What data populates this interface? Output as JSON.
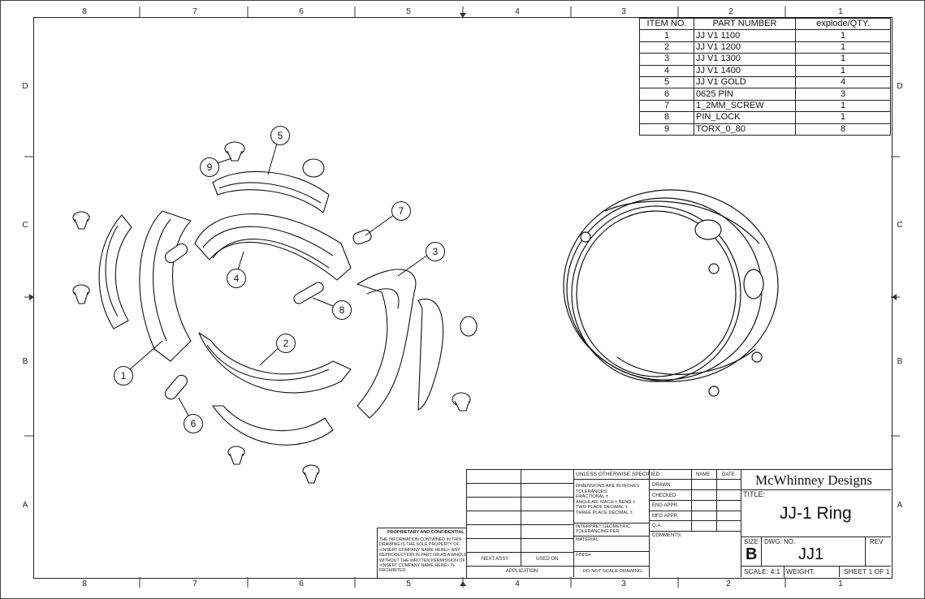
{
  "zones": {
    "columns": [
      "8",
      "7",
      "6",
      "5",
      "4",
      "3",
      "2",
      "1"
    ],
    "rows": [
      "D",
      "C",
      "B",
      "A"
    ]
  },
  "bom": {
    "headers": [
      "ITEM NO.",
      "PART NUMBER",
      "explode/QTY."
    ],
    "rows": [
      [
        "1",
        "JJ V1 1100",
        "1"
      ],
      [
        "2",
        "JJ V1 1200",
        "1"
      ],
      [
        "3",
        "JJ V1 1300",
        "1"
      ],
      [
        "4",
        "JJ V1 1400",
        "1"
      ],
      [
        "5",
        "JJ V1 GOLD",
        "4"
      ],
      [
        "6",
        "0625 PIN",
        "3"
      ],
      [
        "7",
        "1_2MM_SCREW",
        "1"
      ],
      [
        "8",
        "PIN_LOCK",
        "1"
      ],
      [
        "9",
        "TORX_0_80",
        "8"
      ]
    ]
  },
  "balloons": [
    "1",
    "2",
    "3",
    "4",
    "5",
    "6",
    "7",
    "8",
    "9"
  ],
  "title_block": {
    "proprietary_title": "PROPRIETARY AND CONFIDENTIAL",
    "proprietary_text": [
      "THE INFORMATION CONTAINED IN THIS",
      "DRAWING IS THE SOLE PROPERTY OF",
      "<INSERT COMPANY NAME HERE>.  ANY",
      "REPRODUCTION IN PART OR AS A WHOLE",
      "WITHOUT THE WRITTEN PERMISSION OF",
      "<INSERT COMPANY NAME HERE> IS",
      "PROHIBITED."
    ],
    "next_assy": "NEXT ASSY",
    "used_on": "USED ON",
    "application": "APPLICATION",
    "unless": "UNLESS OTHERWISE SPECIFIED:",
    "dims": [
      "DIMENSIONS ARE IN INCHES",
      "TOLERANCES:",
      "FRACTIONAL ±",
      "ANGULAR: MACH ±    BEND ±",
      "TWO PLACE DECIMAL    ±",
      "THREE PLACE DECIMAL  ±"
    ],
    "interpret": [
      "INTERPRET GEOMETRIC",
      "TOLERANCING PER:"
    ],
    "material": "MATERIAL",
    "finish": "FINISH",
    "do_not_scale": "DO NOT SCALE DRAWING",
    "name": "NAME",
    "date": "DATE",
    "drawn": "DRAWN",
    "checked": "CHECKED",
    "eng_appr": "ENG APPR.",
    "mfg_appr": "MFG APPR.",
    "qa": "Q.A.",
    "comments": "COMMENTS:",
    "company": "McWhinney Designs",
    "title_label": "TITLE:",
    "title": "JJ-1 Ring",
    "size_label": "SIZE",
    "size": "B",
    "dwg_no_label": "DWG.  NO.",
    "dwg_no": "JJ1",
    "rev_label": "REV",
    "scale": "SCALE: 4:1",
    "weight": "WEIGHT:",
    "sheet": "SHEET 1 OF 1"
  }
}
